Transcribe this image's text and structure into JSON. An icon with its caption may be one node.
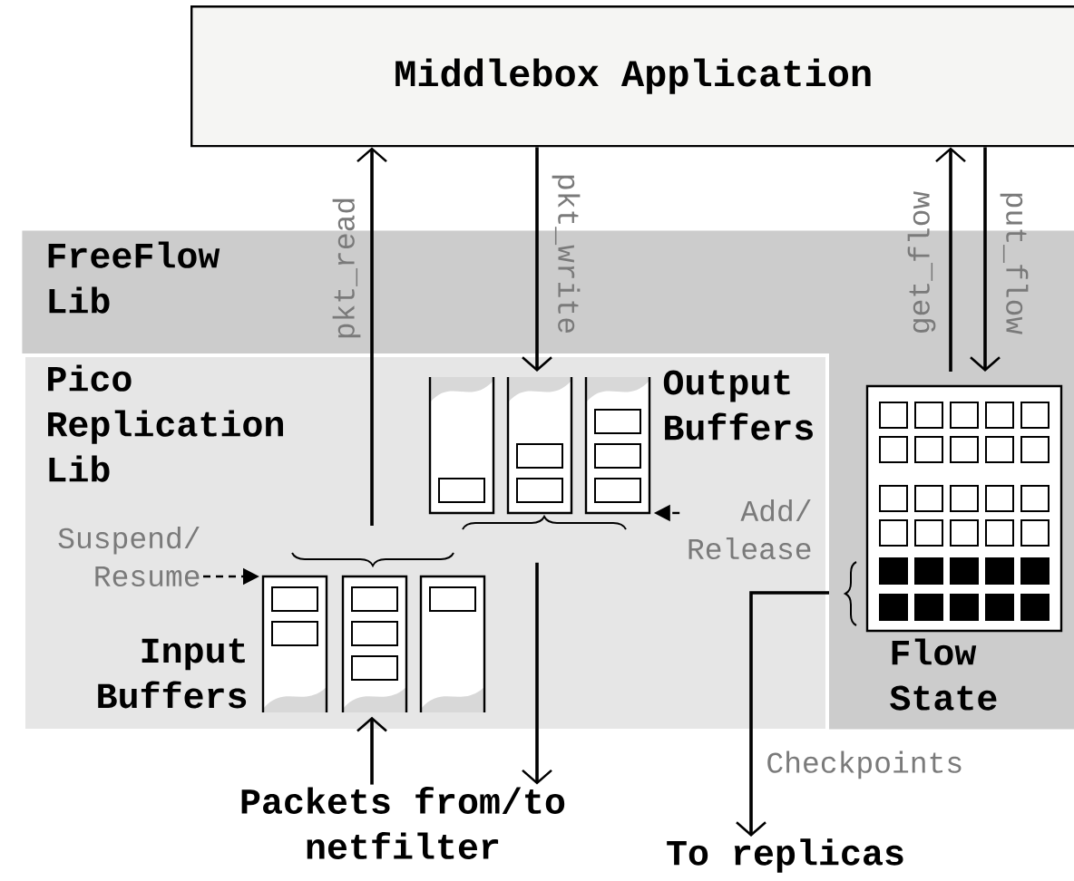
{
  "diagram": {
    "nodes": [
      {
        "text": [
          "Middlebox Application"
        ]
      },
      {
        "text": [
          "FreeFlow Lib"
        ]
      },
      {
        "text": [
          "Pico Replication Lib"
        ],
        "in": 1
      },
      {
        "text": [
          "Input Buffers"
        ],
        "in": 2
      },
      {
        "text": [
          "Output Buffers"
        ],
        "in": 2
      },
      {
        "text": [
          "Flow State"
        ],
        "in": 1
      },
      {
        "text": [
          "Packets from/to netfilter"
        ]
      },
      {
        "text": [
          "To replicas"
        ]
      },
      {
        "text": [
          "Suspend/ Resume"
        ],
        "in": 2
      },
      {
        "text": [
          "Add/ Release"
        ],
        "in": 2
      }
    ],
    "edges": [
      {
        "from": 3,
        "to": 0,
        "arrow": "to",
        "label": "pkt_read"
      },
      {
        "from": 0,
        "to": 4,
        "arrow": "to",
        "label": "pkt_write"
      },
      {
        "from": 5,
        "to": 0,
        "arrow": "to",
        "label": "get_flow"
      },
      {
        "from": 0,
        "to": 5,
        "arrow": "to",
        "label": "put_flow"
      },
      {
        "from": 6,
        "to": 3,
        "arrow": "to"
      },
      {
        "from": 4,
        "to": 6,
        "arrow": "to"
      },
      {
        "from": 5,
        "to": 7,
        "arrow": "to",
        "label": "Checkpoints"
      },
      {
        "from": 8,
        "to": 3,
        "arrow": "to",
        "style": "dashed"
      },
      {
        "from": 9,
        "to": 4,
        "arrow": "to",
        "style": "dashed"
      }
    ]
  }
}
